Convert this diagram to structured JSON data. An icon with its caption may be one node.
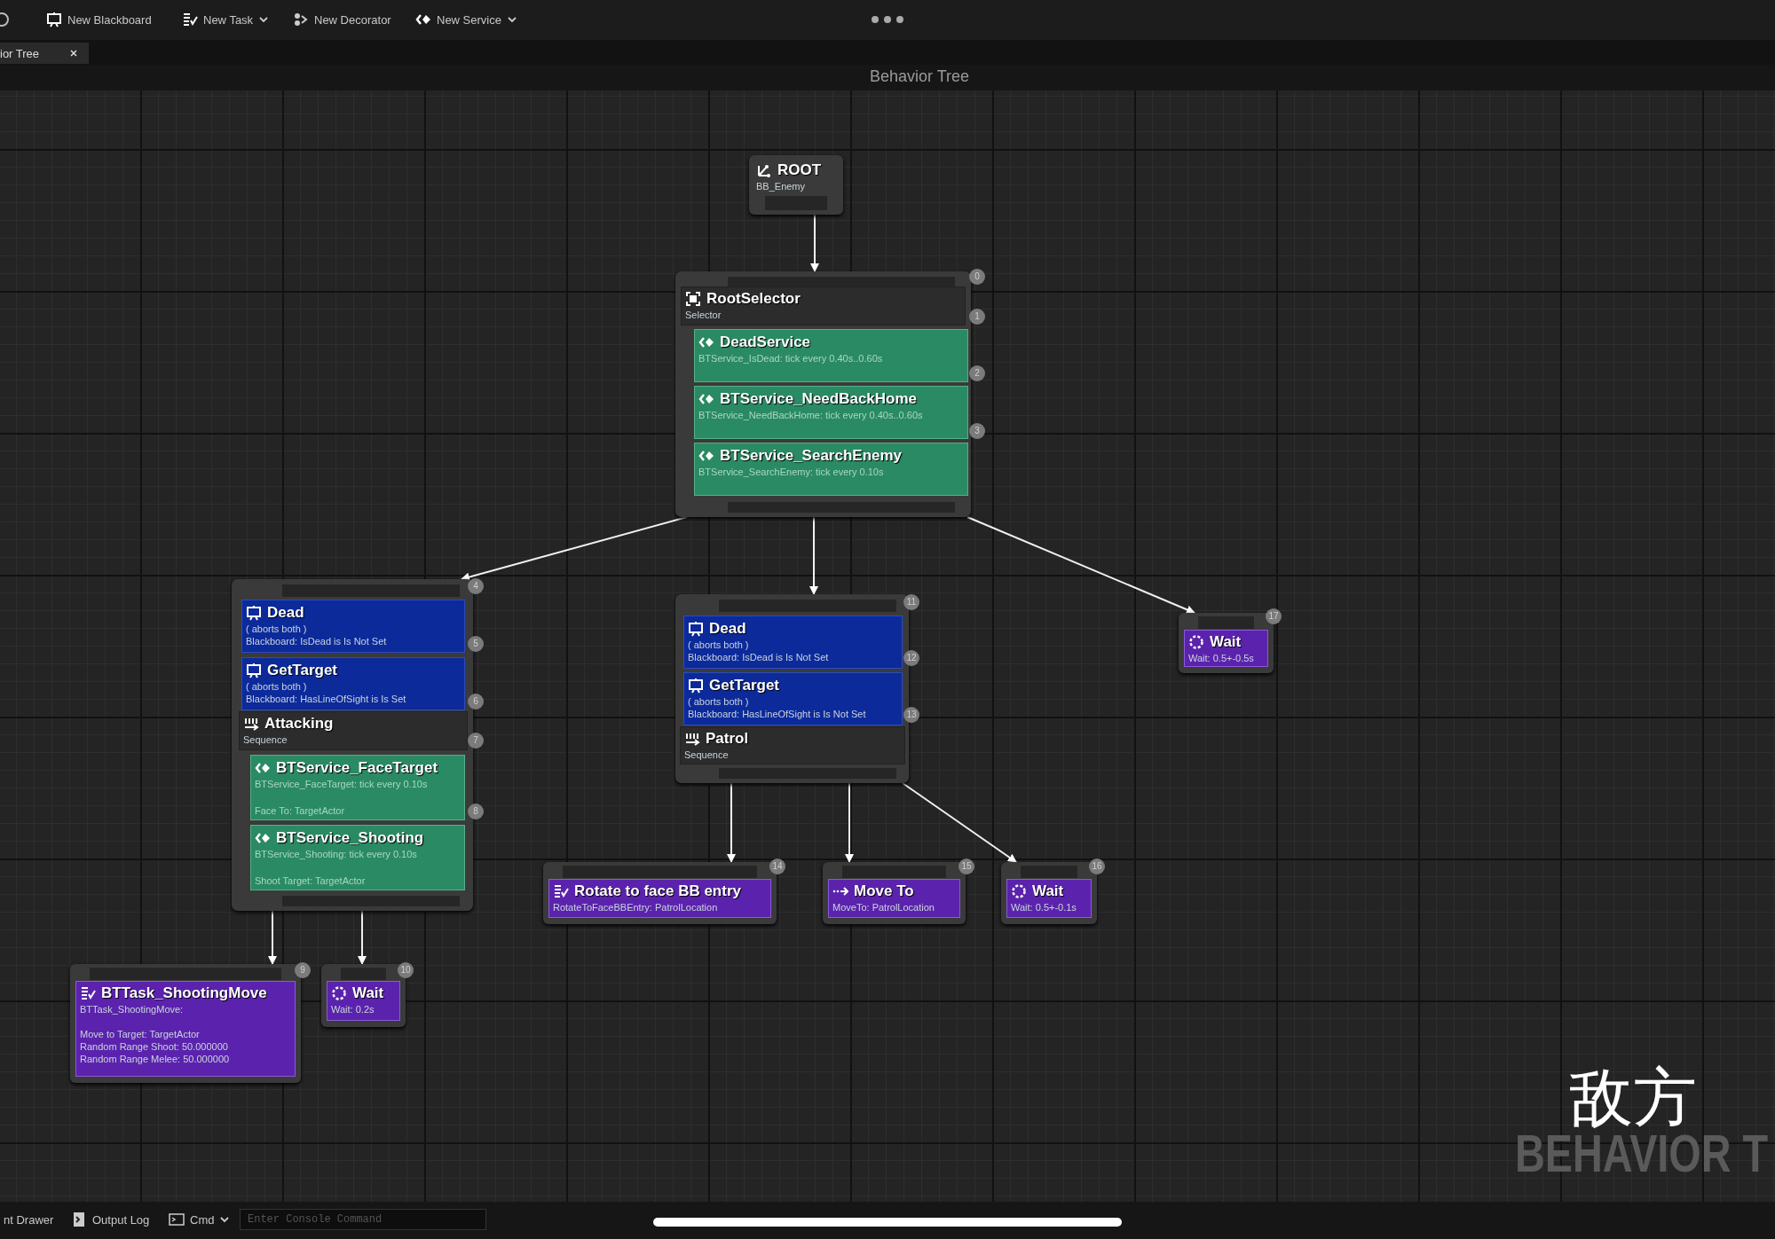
{
  "diagram": {
    "title": "Behavior Tree",
    "nodes": [
      {
        "text": [
          "ROOT",
          "BB_Enemy"
        ]
      },
      {
        "text": [
          "RootSelector",
          "Selector"
        ],
        "beside": [
          "0",
          "1"
        ]
      },
      {
        "text": [
          "DeadService",
          "BTService_IsDead: tick every 0.40s..0.60s"
        ],
        "in": 1,
        "beside": [
          "2"
        ]
      },
      {
        "text": [
          "BTService_NeedBackHome",
          "BTService_NeedBackHome: tick every 0.40s..0.60s"
        ],
        "in": 1,
        "beside": [
          "3"
        ]
      },
      {
        "text": [
          "BTService_SearchEnemy",
          "BTService_SearchEnemy: tick every 0.10s"
        ],
        "in": 1
      },
      {
        "text": [
          "Attacking",
          "Sequence"
        ],
        "beside": [
          "4",
          "7"
        ]
      },
      {
        "text": [
          "Dead",
          "( aborts both )",
          "Blackboard: IsDead is Is Not Set"
        ],
        "in": 5,
        "beside": [
          "5"
        ]
      },
      {
        "text": [
          "GetTarget",
          "( aborts both )",
          "Blackboard: HasLineOfSight is Is Set"
        ],
        "in": 5,
        "beside": [
          "6"
        ]
      },
      {
        "text": [
          "BTService_FaceTarget",
          "BTService_FaceTarget: tick every 0.10s",
          "Face To: TargetActor"
        ],
        "in": 5,
        "beside": [
          "8"
        ]
      },
      {
        "text": [
          "BTService_Shooting",
          "BTService_Shooting: tick every 0.10s",
          "Shoot Target: TargetActor"
        ],
        "in": 5
      },
      {
        "text": [
          "Patrol",
          "Sequence"
        ],
        "beside": [
          "11"
        ]
      },
      {
        "text": [
          "Dead",
          "( aborts both )",
          "Blackboard: IsDead is Is Not Set"
        ],
        "in": 10,
        "beside": [
          "12"
        ]
      },
      {
        "text": [
          "GetTarget",
          "( aborts both )",
          "Blackboard: HasLineOfSight is Is Not Set"
        ],
        "in": 10,
        "beside": [
          "13"
        ]
      },
      {
        "text": [
          "Wait",
          "Wait: 0.5+-0.5s"
        ],
        "beside": [
          "17"
        ]
      },
      {
        "text": [
          "BTTask_ShootingMove",
          "BTTask_ShootingMove:",
          "Move to Target: TargetActor",
          "Random Range Shoot: 50.000000",
          "Random Range Melee: 50.000000"
        ],
        "beside": [
          "9"
        ]
      },
      {
        "text": [
          "Wait",
          "Wait: 0.2s"
        ],
        "beside": [
          "10"
        ]
      },
      {
        "text": [
          "Rotate to face BB entry",
          "RotateToFaceBBEntry: PatrolLocation"
        ],
        "beside": [
          "14"
        ]
      },
      {
        "text": [
          "Move To",
          "MoveTo: PatrolLocation"
        ],
        "beside": [
          "15"
        ]
      },
      {
        "text": [
          "Wait",
          "Wait: 0.5+-0.1s"
        ],
        "beside": [
          "16"
        ]
      }
    ],
    "edges": [
      {
        "from": 0,
        "to": 1,
        "arrow": "to"
      },
      {
        "from": 1,
        "to": 5,
        "arrow": "to"
      },
      {
        "from": 1,
        "to": 10,
        "arrow": "to"
      },
      {
        "from": 1,
        "to": 13,
        "arrow": "to"
      },
      {
        "from": 5,
        "to": 14,
        "arrow": "to"
      },
      {
        "from": 5,
        "to": 15,
        "arrow": "to"
      },
      {
        "from": 10,
        "to": 16,
        "arrow": "to"
      },
      {
        "from": 10,
        "to": 17,
        "arrow": "to"
      },
      {
        "from": 10,
        "to": 18,
        "arrow": "to"
      }
    ],
    "labels": [
      "New Blackboard",
      "New Task",
      "New Decorator",
      "New Service",
      "ior Tree",
      "敌方",
      "BEHAVIOR T",
      "nt Drawer",
      "Output Log",
      "Cmd",
      "Enter Console Command"
    ]
  }
}
